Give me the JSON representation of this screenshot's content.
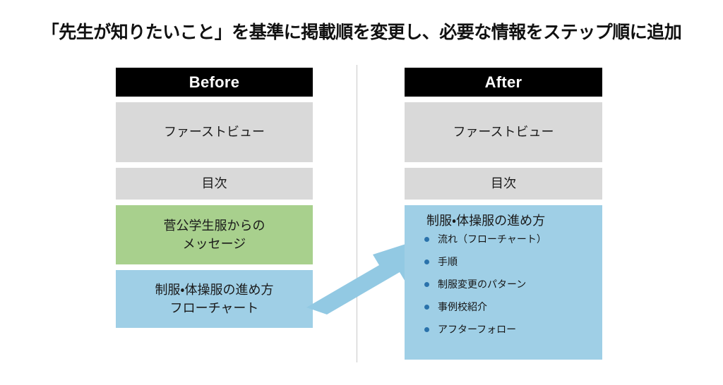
{
  "slide": {
    "title": "「先生が知りたいこと」を基準に掲載順を変更し、必要な情報をステップ順に追加"
  },
  "colors": {
    "header_bg": "#000000",
    "gray_panel": "#d9d9d9",
    "green_panel": "#a8d08d",
    "blue_panel": "#9fcfe6",
    "bullet_dot": "#2a72ab",
    "arrow": "#92c9e3",
    "divider": "#c9c9c9"
  },
  "before": {
    "header": "Before",
    "panels": [
      {
        "label": "ファーストビュー",
        "style": "gray"
      },
      {
        "label": "目次",
        "style": "gray"
      },
      {
        "line1": "菅公学生服からの",
        "line2": "メッセージ",
        "style": "green"
      },
      {
        "line1": "制服・体操服の進め方",
        "line2": "フローチャート",
        "style": "blue"
      }
    ]
  },
  "after": {
    "header": "After",
    "panels": [
      {
        "label": "ファーストビュー",
        "style": "gray"
      },
      {
        "label": "目次",
        "style": "gray"
      }
    ],
    "steps": {
      "title": "制服・体操服の進め方",
      "items": [
        "流れ（フローチャート）",
        "手順",
        "制服変更のパターン",
        "事例校紹介",
        "アフターフォロー"
      ]
    }
  },
  "arrow": {
    "name": "diagonal-arrow-up-right",
    "direction": "up-right"
  }
}
